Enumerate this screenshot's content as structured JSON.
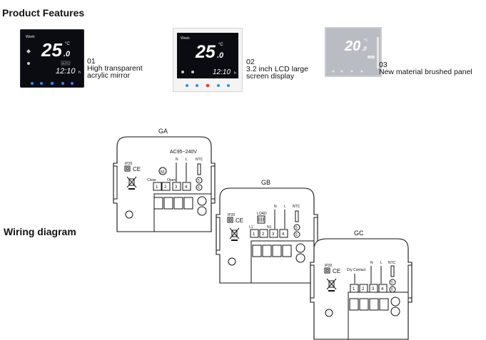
{
  "product_features": {
    "heading": "Product Features",
    "items": [
      {
        "num": "01",
        "line1": "High transparent",
        "line2": "acrylic mirror"
      },
      {
        "num": "02",
        "line1": "3.2 inch LCD large",
        "line2": "screen display"
      },
      {
        "num": "03",
        "line1": "New material brushed panel",
        "line2": ""
      }
    ],
    "displays": [
      {
        "week": "Week",
        "temp": "25",
        "decimal": ".0",
        "unit": "°C",
        "clock": "12:10",
        "h": "h",
        "mode": "AUTO"
      },
      {
        "week": "Week",
        "temp": "25",
        "decimal": ".0",
        "unit": "°C",
        "clock": "12:10",
        "h": "h",
        "mode": ""
      },
      {
        "week": "",
        "temp": "20",
        "decimal": ".0",
        "unit": "°C",
        "clock": "",
        "h": "",
        "mode": ""
      }
    ]
  },
  "wiring": {
    "heading": "Wiring diagram",
    "ga": {
      "title": "GA",
      "voltage": "AC95~240V",
      "ip": "IP20",
      "ce": "CE",
      "n": "N",
      "l": "L",
      "ntc": "NTC",
      "close": "Close",
      "open": "Open",
      "terminals": [
        "1",
        "2",
        "3",
        "4"
      ],
      "sensor": [
        "5",
        "6"
      ]
    },
    "gb": {
      "title": "GB",
      "load": "LOAD",
      "ip": "IP20",
      "ce": "CE",
      "n": "N",
      "l": "L",
      "ntc": "NTC",
      "l1": "L1",
      "n1": "N1",
      "terminals": [
        "1",
        "2",
        "3",
        "4"
      ],
      "sensor": [
        "5",
        "6"
      ]
    },
    "gc": {
      "title": "GC",
      "dry": "Dry Contact",
      "ip": "IP20",
      "ce": "CE",
      "n": "N",
      "l": "L",
      "ntc": "NTC",
      "terminals": [
        "1",
        "2",
        "3",
        "4"
      ],
      "sensor": [
        "5",
        "6"
      ]
    }
  },
  "colors": {
    "display_bg": "#0b0b12",
    "white_panel": "#f4f4f4",
    "brushed_panel": "#b9bcc2",
    "key_blue": "#2a8cff",
    "key_red": "#ff3b3b"
  }
}
